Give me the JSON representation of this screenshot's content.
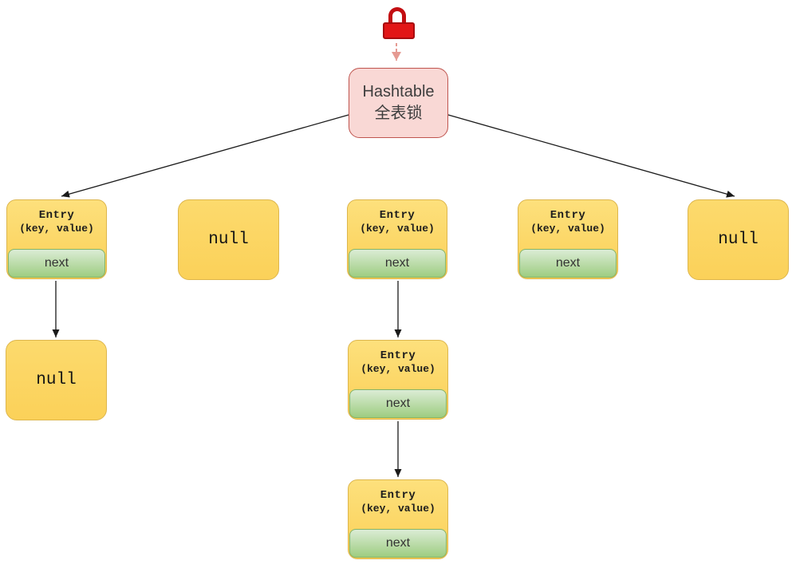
{
  "root": {
    "line1": "Hashtable",
    "line2": "全表锁"
  },
  "buckets": {
    "b1": {
      "title": "Entry",
      "subtitle": "(key, value)",
      "next": "next"
    },
    "b2": {
      "value": "null"
    },
    "b3": {
      "title": "Entry",
      "subtitle": "(key, value)",
      "next": "next"
    },
    "b4": {
      "title": "Entry",
      "subtitle": "(key, value)",
      "next": "next"
    },
    "b5": {
      "value": "null"
    }
  },
  "chains": {
    "b1_child": {
      "value": "null"
    },
    "b3_child1": {
      "title": "Entry",
      "subtitle": "(key, value)",
      "next": "next"
    },
    "b3_child2": {
      "title": "Entry",
      "subtitle": "(key, value)",
      "next": "next"
    }
  },
  "icons": {
    "lock": "lock-icon"
  },
  "colors": {
    "lock_red": "#e21617",
    "lock_red_dark": "#a80c0f",
    "dashed_arrow_salmon": "#e59a92",
    "root_fill": "#f9d8d5",
    "root_border": "#bf544e",
    "node_yellow": "#fbd55f",
    "node_yellow_border": "#ddb64d",
    "next_green_light": "#dbecd5",
    "next_green": "#9ecd81",
    "next_green_border": "#84b466",
    "connector_black": "#1a1a1a",
    "text_dark": "#3d3d3d"
  }
}
